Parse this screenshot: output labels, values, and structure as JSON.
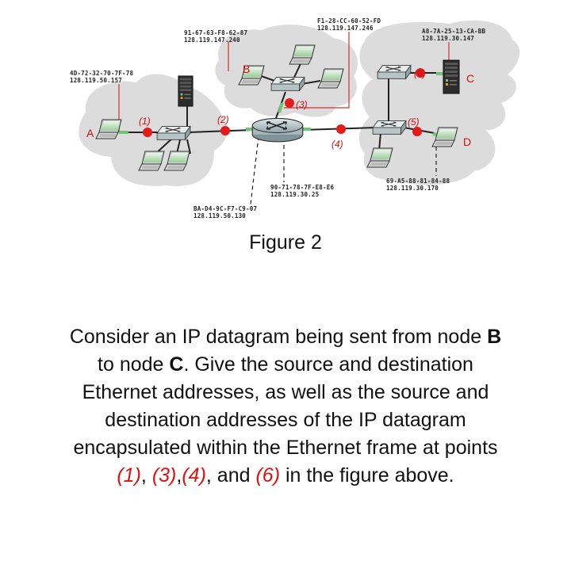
{
  "network": {
    "addresses": {
      "a": {
        "mac": "4D-72-32-70-7F-78",
        "ip": "128.119.50.157"
      },
      "b": {
        "mac": "91-67-63-F8-62-87",
        "ip": "128.119.147.240"
      },
      "router_top": {
        "mac": "F1-28-CC-60-52-FD",
        "ip": "128.119.147.246"
      },
      "c": {
        "mac": "A8-7A-25-13-CA-BB",
        "ip": "128.119.30.147"
      },
      "router_right": {
        "mac": "90-71-78-7F-E8-E6",
        "ip": "128.119.30.25"
      },
      "router_left": {
        "mac": "BA-D4-9C-F7-C9-07",
        "ip": "128.119.50.130"
      },
      "d": {
        "mac": "69-A5-88-81-84-88",
        "ip": "128.119.30.170"
      }
    },
    "nodes": {
      "a": "A",
      "b": "B",
      "c": "C",
      "d": "D"
    },
    "points": {
      "p1": "(1)",
      "p2": "(2)",
      "p3": "(3)",
      "p4": "(4)",
      "p5": "(5)",
      "p6": "(6)"
    }
  },
  "figure_caption": "Figure 2",
  "question": {
    "part1": "Consider an IP datagram being sent from node ",
    "node_b": "B",
    "part2": " to node ",
    "node_c": "C",
    "part3": ". Give the source and destination Ethernet addresses, as well as the source and destination addresses of the IP datagram encapsulated within the Ethernet frame at points ",
    "point1": "(1)",
    "sep1": ", ",
    "point3": "(3)",
    "sep2": ",",
    "point4": "(4)",
    "part4": ", and ",
    "point6": "(6)",
    "part5": " in the figure above."
  }
}
